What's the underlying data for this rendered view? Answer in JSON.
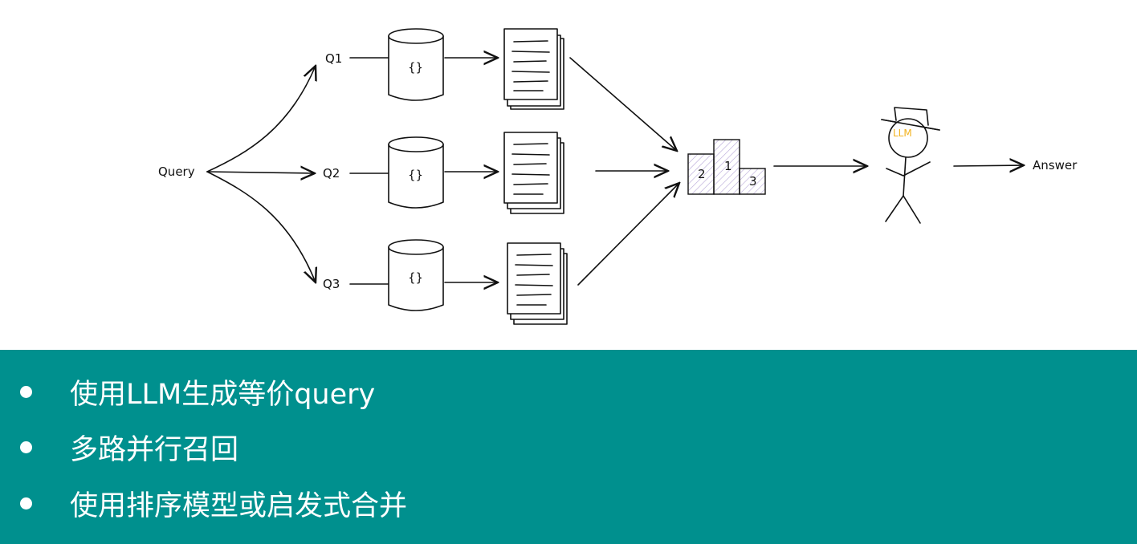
{
  "diagram": {
    "query_label": "Query",
    "sub_queries": [
      "Q1",
      "Q2",
      "Q3"
    ],
    "db_icon_label": "{}",
    "podium_ranks": [
      "2",
      "1",
      "3"
    ],
    "llm_hat_label": "LLM",
    "answer_label": "Answer"
  },
  "bullets": [
    "使用LLM生成等价query",
    "多路并行召回",
    "使用排序模型或启发式合并"
  ],
  "colors": {
    "panel_bg": "#00908e",
    "text_on_panel": "#ffffff",
    "llm_label": "#f2b320",
    "podium_hatch": "#b8a8d8"
  }
}
